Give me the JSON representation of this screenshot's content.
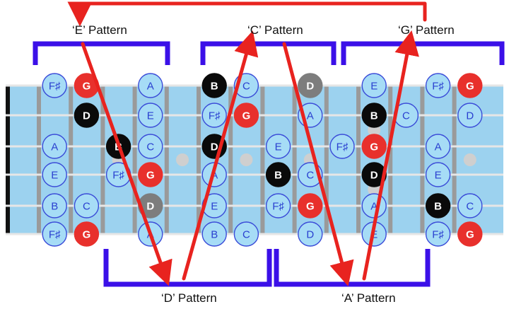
{
  "patterns": {
    "e": "‘E’ Pattern",
    "c": "‘C’ Pattern",
    "g": "‘G’ Pattern",
    "d": "‘D’ Pattern",
    "a": "‘A’ Pattern"
  },
  "colors": {
    "fretboard": "#9cd2ef",
    "fret": "#9a9a9a",
    "nut": "#111111",
    "string": "#e6e6e6",
    "bracket": "#3b10e8",
    "arrow": "#e8231f",
    "note_fill": "#a6dcf6",
    "note_stroke": "#3a4bd8",
    "note_text": "#2a40d0",
    "g_note": "#e8302c",
    "b_note": "#0a0a0a",
    "d_note_gray": "#7d7d7d",
    "inlay": "#cfcfcf"
  },
  "strings": [
    "high-e",
    "b",
    "g",
    "d",
    "a",
    "low-e"
  ],
  "fret_count": 15,
  "notes": [
    {
      "s": 0,
      "f": 1,
      "t": "F♯",
      "k": "light"
    },
    {
      "s": 0,
      "f": 2,
      "t": "G",
      "k": "red"
    },
    {
      "s": 0,
      "f": 4,
      "t": "A",
      "k": "light"
    },
    {
      "s": 0,
      "f": 6,
      "t": "B",
      "k": "black"
    },
    {
      "s": 0,
      "f": 7,
      "t": "C",
      "k": "light"
    },
    {
      "s": 0,
      "f": 9,
      "t": "D",
      "k": "gray"
    },
    {
      "s": 0,
      "f": 11,
      "t": "E",
      "k": "light"
    },
    {
      "s": 0,
      "f": 13,
      "t": "F♯",
      "k": "light"
    },
    {
      "s": 0,
      "f": 14,
      "t": "G",
      "k": "red"
    },
    {
      "s": 1,
      "f": 2,
      "t": "D",
      "k": "black"
    },
    {
      "s": 1,
      "f": 4,
      "t": "E",
      "k": "light"
    },
    {
      "s": 1,
      "f": 6,
      "t": "F♯",
      "k": "light"
    },
    {
      "s": 1,
      "f": 7,
      "t": "G",
      "k": "red"
    },
    {
      "s": 1,
      "f": 9,
      "t": "A",
      "k": "light"
    },
    {
      "s": 1,
      "f": 11,
      "t": "B",
      "k": "black"
    },
    {
      "s": 1,
      "f": 12,
      "t": "C",
      "k": "light"
    },
    {
      "s": 1,
      "f": 14,
      "t": "D",
      "k": "light"
    },
    {
      "s": 2,
      "f": 1,
      "t": "A",
      "k": "light"
    },
    {
      "s": 2,
      "f": 3,
      "t": "B",
      "k": "black"
    },
    {
      "s": 2,
      "f": 4,
      "t": "C",
      "k": "light"
    },
    {
      "s": 2,
      "f": 6,
      "t": "D",
      "k": "black"
    },
    {
      "s": 2,
      "f": 8,
      "t": "E",
      "k": "light"
    },
    {
      "s": 2,
      "f": 10,
      "t": "F♯",
      "k": "light"
    },
    {
      "s": 2,
      "f": 11,
      "t": "G",
      "k": "red"
    },
    {
      "s": 2,
      "f": 13,
      "t": "A",
      "k": "light"
    },
    {
      "s": 3,
      "f": 1,
      "t": "E",
      "k": "light"
    },
    {
      "s": 3,
      "f": 3,
      "t": "F♯",
      "k": "light"
    },
    {
      "s": 3,
      "f": 4,
      "t": "G",
      "k": "red"
    },
    {
      "s": 3,
      "f": 6,
      "t": "A",
      "k": "light"
    },
    {
      "s": 3,
      "f": 8,
      "t": "B",
      "k": "black"
    },
    {
      "s": 3,
      "f": 9,
      "t": "C",
      "k": "light"
    },
    {
      "s": 3,
      "f": 11,
      "t": "D",
      "k": "black"
    },
    {
      "s": 3,
      "f": 13,
      "t": "E",
      "k": "light"
    },
    {
      "s": 4,
      "f": 1,
      "t": "B",
      "k": "light"
    },
    {
      "s": 4,
      "f": 2,
      "t": "C",
      "k": "light"
    },
    {
      "s": 4,
      "f": 4,
      "t": "D",
      "k": "gray"
    },
    {
      "s": 4,
      "f": 6,
      "t": "E",
      "k": "light"
    },
    {
      "s": 4,
      "f": 8,
      "t": "F♯",
      "k": "light"
    },
    {
      "s": 4,
      "f": 9,
      "t": "G",
      "k": "red"
    },
    {
      "s": 4,
      "f": 11,
      "t": "A",
      "k": "light"
    },
    {
      "s": 4,
      "f": 13,
      "t": "B",
      "k": "black"
    },
    {
      "s": 4,
      "f": 14,
      "t": "C",
      "k": "light"
    },
    {
      "s": 5,
      "f": 1,
      "t": "F♯",
      "k": "light"
    },
    {
      "s": 5,
      "f": 2,
      "t": "G",
      "k": "red"
    },
    {
      "s": 5,
      "f": 4,
      "t": "A",
      "k": "light"
    },
    {
      "s": 5,
      "f": 6,
      "t": "B",
      "k": "light"
    },
    {
      "s": 5,
      "f": 7,
      "t": "C",
      "k": "light"
    },
    {
      "s": 5,
      "f": 9,
      "t": "D",
      "k": "light"
    },
    {
      "s": 5,
      "f": 11,
      "t": "E",
      "k": "light"
    },
    {
      "s": 5,
      "f": 13,
      "t": "F♯",
      "k": "light"
    },
    {
      "s": 5,
      "f": 14,
      "t": "G",
      "k": "red"
    }
  ],
  "inlays": [
    {
      "f": 3,
      "s": 2.5
    },
    {
      "f": 5,
      "s": 2.5
    },
    {
      "f": 7,
      "s": 2.5
    },
    {
      "f": 9,
      "s": 2.5
    },
    {
      "f": 11,
      "s": 1.5
    },
    {
      "f": 11,
      "s": 3.5
    },
    {
      "f": 14,
      "s": 2.5
    }
  ]
}
